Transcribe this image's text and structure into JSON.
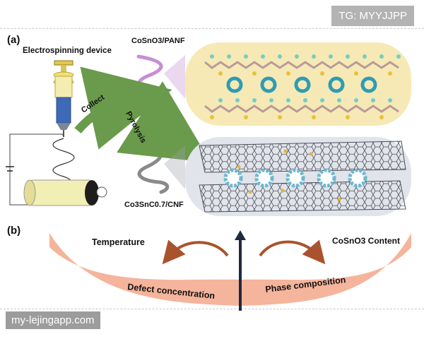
{
  "watermark_top": "TG: MYYJJPP",
  "watermark_bottom": "my-lejingapp.com",
  "panel_a": {
    "tag": "(a)",
    "device_label": "Electrospinning device",
    "precursor_label": "CoSnO3/PANF",
    "product_label": "Co3SnC0.7/CNF",
    "arrow_collect": "Collect",
    "arrow_pyrolysis": "Pyrolysis"
  },
  "panel_b": {
    "tag": "(b)",
    "left_top": "Temperature",
    "right_top": "CoSnO3 Content",
    "left_bottom": "Defect concentration",
    "right_bottom": "Phase composition"
  },
  "colors": {
    "fiber_purple": "#c68fd2",
    "fiber_gray": "#8a8a8a",
    "arrow_green": "#6a9a4c",
    "bowl_salmon": "#f5b49c",
    "curl_arrow": "#a9532e",
    "axis_navy": "#1f2940",
    "panel_top_bg": "#f6e9b5",
    "panel_bottom_bg": "#e1e4ea",
    "ring_blue": "#2e9cb4"
  }
}
